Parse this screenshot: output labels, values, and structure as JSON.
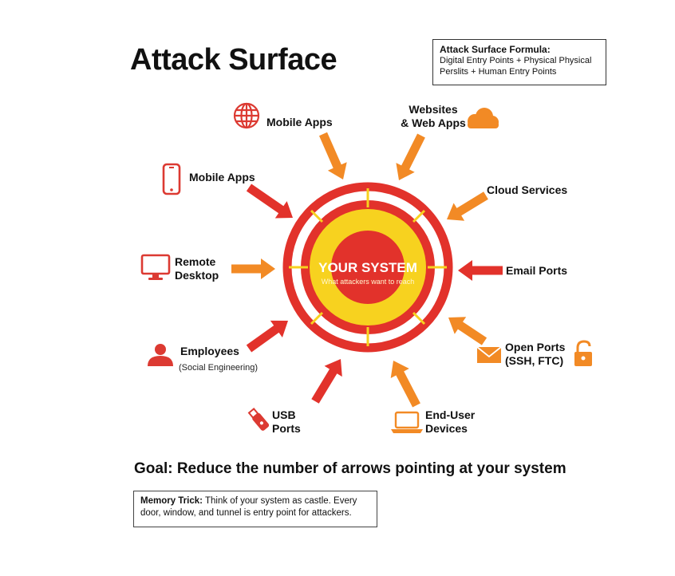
{
  "title": "Attack Surface",
  "formula": {
    "heading": "Attack Surface Formula:",
    "text": "Digital Entry Points + Physical Physical Perslits + Human Entry Points"
  },
  "center": {
    "label": "YOUR SYSTEM",
    "sublabel": "What attackers want to reach"
  },
  "entry_points": [
    {
      "id": "mobile-apps-top",
      "label": "Mobile Apps",
      "icon": "globe-icon"
    },
    {
      "id": "websites",
      "label": "Websites\n& Web Apps",
      "icon": "cloud-icon"
    },
    {
      "id": "mobile-apps-left",
      "label": "Mobile Apps",
      "icon": "smartphone-icon"
    },
    {
      "id": "cloud-services",
      "label": "Cloud Services",
      "icon": ""
    },
    {
      "id": "remote-desktop",
      "label": "Remote\nDesktop",
      "icon": "monitor-icon"
    },
    {
      "id": "email-ports",
      "label": "Email Ports",
      "icon": ""
    },
    {
      "id": "employees",
      "label": "Employees",
      "sublabel": "(Social Engineering)",
      "icon": "person-icon"
    },
    {
      "id": "open-ports",
      "label": "Open Ports\n(SSH, FTC)",
      "icon": "envelope-icon"
    },
    {
      "id": "usb-ports",
      "label": "USB\nPorts",
      "icon": "usb-icon"
    },
    {
      "id": "end-user-devices",
      "label": "End-User\nDevices",
      "icon": "laptop-icon"
    }
  ],
  "goal": "Goal: Reduce the number of arrows pointing at your system",
  "memory": {
    "heading": "Memory Trick:",
    "text": "Think of your system as castle. Every door, window, and tunnel is entry point for attackers."
  },
  "colors": {
    "red": "#e2322b",
    "orange": "#f28a25",
    "yellow": "#f7d21f",
    "icon_red": "#dc3a32"
  }
}
